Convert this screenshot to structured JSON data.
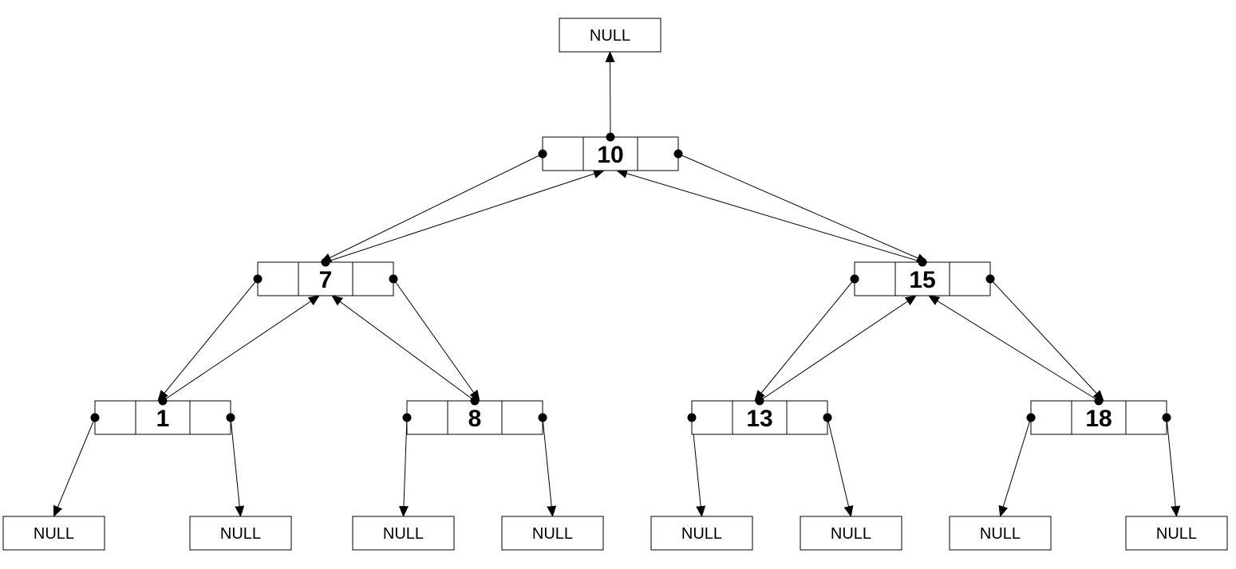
{
  "diagram": {
    "null_label": "NULL",
    "nodes": [
      {
        "id": "n10",
        "value": "10"
      },
      {
        "id": "n7",
        "value": "7"
      },
      {
        "id": "n15",
        "value": "15"
      },
      {
        "id": "n1",
        "value": "1"
      },
      {
        "id": "n8",
        "value": "8"
      },
      {
        "id": "n13",
        "value": "13"
      },
      {
        "id": "n18",
        "value": "18"
      }
    ],
    "null_boxes": [
      {
        "id": "null-root"
      },
      {
        "id": "null-1-left"
      },
      {
        "id": "null-1-right"
      },
      {
        "id": "null-8-left"
      },
      {
        "id": "null-8-right"
      },
      {
        "id": "null-13-left"
      },
      {
        "id": "null-13-right"
      },
      {
        "id": "null-18-left"
      },
      {
        "id": "null-18-right"
      }
    ],
    "edges": [
      {
        "from": "n10",
        "port": "parent",
        "to": "null-root"
      },
      {
        "from": "n10",
        "port": "left",
        "to": "n7"
      },
      {
        "from": "n10",
        "port": "right",
        "to": "n15"
      },
      {
        "from": "n7",
        "port": "parent",
        "to": "n10"
      },
      {
        "from": "n15",
        "port": "parent",
        "to": "n10"
      },
      {
        "from": "n7",
        "port": "left",
        "to": "n1"
      },
      {
        "from": "n7",
        "port": "right",
        "to": "n8"
      },
      {
        "from": "n1",
        "port": "parent",
        "to": "n7"
      },
      {
        "from": "n8",
        "port": "parent",
        "to": "n7"
      },
      {
        "from": "n15",
        "port": "left",
        "to": "n13"
      },
      {
        "from": "n15",
        "port": "right",
        "to": "n18"
      },
      {
        "from": "n13",
        "port": "parent",
        "to": "n15"
      },
      {
        "from": "n18",
        "port": "parent",
        "to": "n15"
      },
      {
        "from": "n1",
        "port": "left",
        "to": "null-1-left"
      },
      {
        "from": "n1",
        "port": "right",
        "to": "null-1-right"
      },
      {
        "from": "n8",
        "port": "left",
        "to": "null-8-left"
      },
      {
        "from": "n8",
        "port": "right",
        "to": "null-8-right"
      },
      {
        "from": "n13",
        "port": "left",
        "to": "null-13-left"
      },
      {
        "from": "n13",
        "port": "right",
        "to": "null-13-right"
      },
      {
        "from": "n18",
        "port": "left",
        "to": "null-18-left"
      },
      {
        "from": "n18",
        "port": "right",
        "to": "null-18-right"
      }
    ]
  }
}
